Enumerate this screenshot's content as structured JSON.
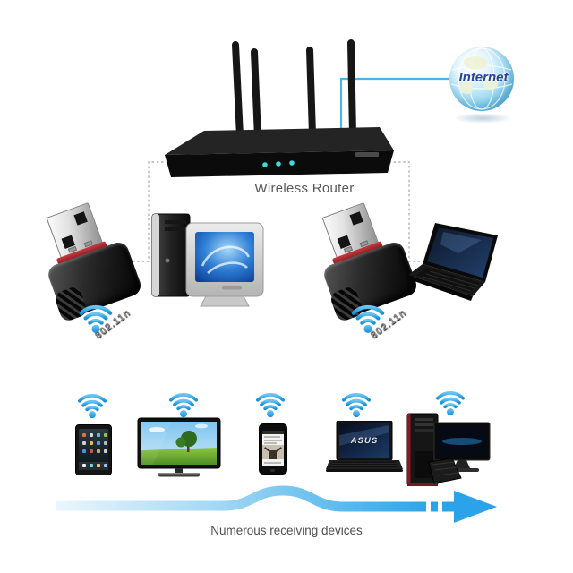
{
  "top": {
    "internet_label": "Internet",
    "router_label": "Wireless Router"
  },
  "middle": {
    "adapter_label": "802.11n",
    "left_devices": [
      "usb-wifi-adapter",
      "desktop-computer"
    ],
    "right_devices": [
      "usb-wifi-adapter",
      "laptop"
    ]
  },
  "bottom": {
    "caption": "Numerous receiving devices",
    "asus_screen_logo": "ASUS",
    "devices": [
      "tablet",
      "tv",
      "smartphone",
      "asus-laptop",
      "desktop-pc"
    ]
  },
  "colors": {
    "arrow_gradient": [
      "#ecf7fd",
      "#9ed6f4",
      "#2aa3e8"
    ],
    "wifi_blue_light": "#6ac4f2",
    "wifi_blue_dark": "#1691d8",
    "internet_line_blue": "#49b6e9",
    "dashed_line_gray": "#b3b3b3",
    "label_gray": "#595959",
    "internet_text_blue": "#24459a",
    "dongle_ring_red": "#a8252b",
    "router_led_cyan": "#3fd9d9"
  }
}
